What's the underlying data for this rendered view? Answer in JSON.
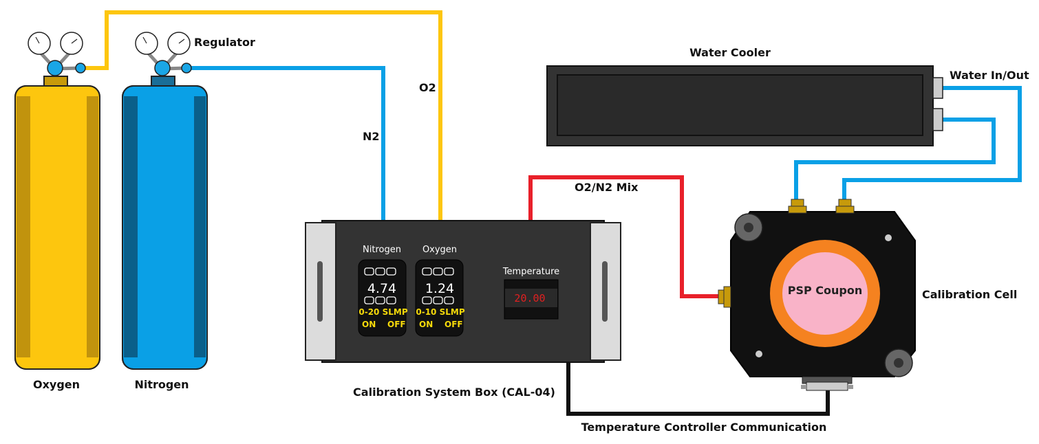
{
  "labels": {
    "oxygen_tank": "Oxygen",
    "nitrogen_tank": "Nitrogen",
    "regulator": "Regulator",
    "n2_line": "N2",
    "o2_line": "O2",
    "water_cooler": "Water Cooler",
    "water_in_out": "Water In/Out",
    "mix_line": "O2/N2 Mix",
    "calibration_cell": "Calibration Cell",
    "psp_coupon": "PSP Coupon",
    "system_box": "Calibration System Box (CAL-04)",
    "temp_comm": "Temperature Controller Communication"
  },
  "panel": {
    "nitrogen": {
      "title": "Nitrogen",
      "value": "4.74",
      "range": "0-20 SLMP",
      "on": "ON",
      "off": "OFF"
    },
    "oxygen": {
      "title": "Oxygen",
      "value": "1.24",
      "range": "0-10 SLMP",
      "on": "ON",
      "off": "OFF"
    },
    "temperature": {
      "title": "Temperature",
      "value": "20.00"
    }
  },
  "colors": {
    "oxygen": "#fdc60e",
    "nitrogen": "#0aa0e6",
    "mix": "#e8202a",
    "comm": "#111111"
  }
}
